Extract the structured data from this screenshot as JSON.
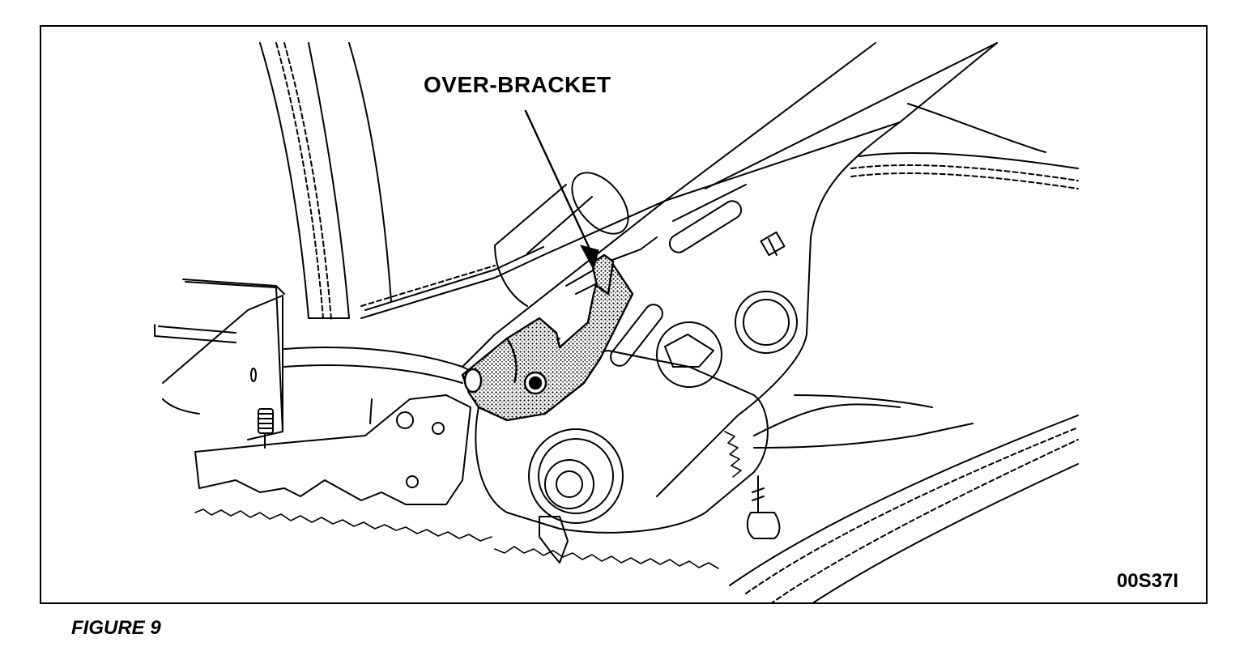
{
  "figure": {
    "callout_label": "OVER-BRACKET",
    "drawing_code": "00S37I",
    "caption": "FIGURE 9"
  },
  "colors": {
    "line": "#000000",
    "background": "#ffffff",
    "stipple": "#777777"
  }
}
